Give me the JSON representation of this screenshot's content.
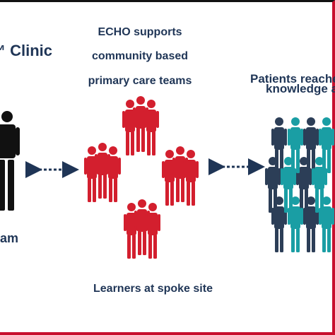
{
  "hub": {
    "title": "™ Clinic",
    "footer": "eam"
  },
  "center": {
    "lines": [
      "ECHO supports",
      "community based",
      "primary care teams"
    ]
  },
  "spoke": {
    "label": "Learners at spoke site"
  },
  "patients": {
    "lines": [
      "Patients reached",
      "knowledge ar"
    ]
  },
  "colors": {
    "text": "#1f3556",
    "learners": "#d31f2e",
    "patients_dark": "#2c3e57",
    "patients_teal": "#1a9ea4",
    "hub_figure": "#111111",
    "arrow": "#1f3556"
  },
  "icons": [
    "person-icon",
    "double-arrow-icon"
  ]
}
